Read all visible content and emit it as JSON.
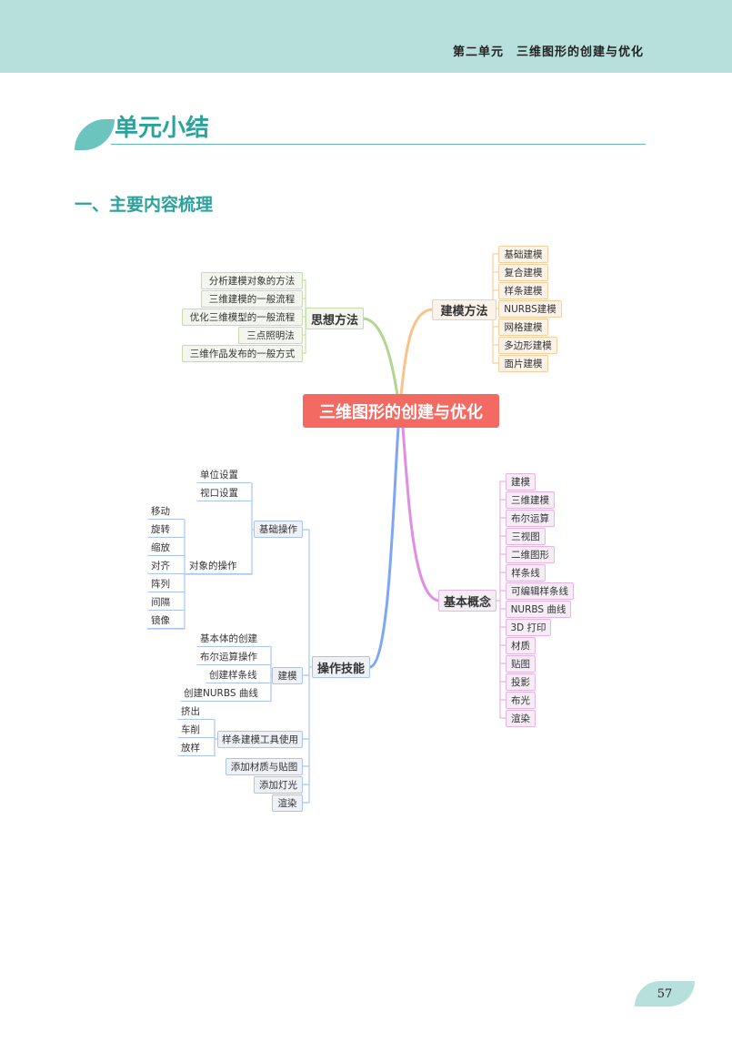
{
  "header": {
    "unit_title": "第二单元　三维图形的创建与优化"
  },
  "section": {
    "title": "单元小结",
    "subtitle": "一、主要内容梳理"
  },
  "mindmap": {
    "center": "三维图形的创建与优化",
    "thinking": {
      "label": "思想方法",
      "items": [
        "分析建模对象的方法",
        "三维建模的一般流程",
        "优化三维模型的一般流程",
        "三点照明法",
        "三维作品发布的一般方式"
      ]
    },
    "methods": {
      "label": "建模方法",
      "items": [
        "基础建模",
        "复合建模",
        "样条建模",
        "NURBS建模",
        "网格建模",
        "多边形建模",
        "面片建模"
      ]
    },
    "concepts": {
      "label": "基本概念",
      "items": [
        "建模",
        "三维建模",
        "布尔运算",
        "三视图",
        "二维图形",
        "样条线",
        "可编辑样条线",
        "NURBS 曲线",
        "3D 打印",
        "材质",
        "贴图",
        "投影",
        "布光",
        "渲染"
      ]
    },
    "skills": {
      "label": "操作技能",
      "basic": {
        "label": "基础操作",
        "items": [
          "单位设置",
          "视口设置",
          "对象的操作"
        ],
        "object_ops": [
          "移动",
          "旋转",
          "缩放",
          "对齐",
          "阵列",
          "间隔",
          "镜像"
        ]
      },
      "modeling": {
        "label": "建模",
        "items": [
          "基本体的创建",
          "布尔运算操作",
          "创建样条线",
          "创建NURBS 曲线"
        ]
      },
      "spline_tools": {
        "label": "样条建模工具使用",
        "items": [
          "挤出",
          "车削",
          "放样"
        ]
      },
      "materials": "添加材质与贴图",
      "lights": "添加灯光",
      "render": "渲染"
    }
  },
  "colors": {
    "band": "#b7e0dc",
    "accent": "#2ba29c",
    "center": "#f26a61",
    "green": "#b5d48f",
    "orange": "#f9c28a",
    "pink": "#de8fe0",
    "blue": "#7ea6f8"
  },
  "page_number": "57"
}
